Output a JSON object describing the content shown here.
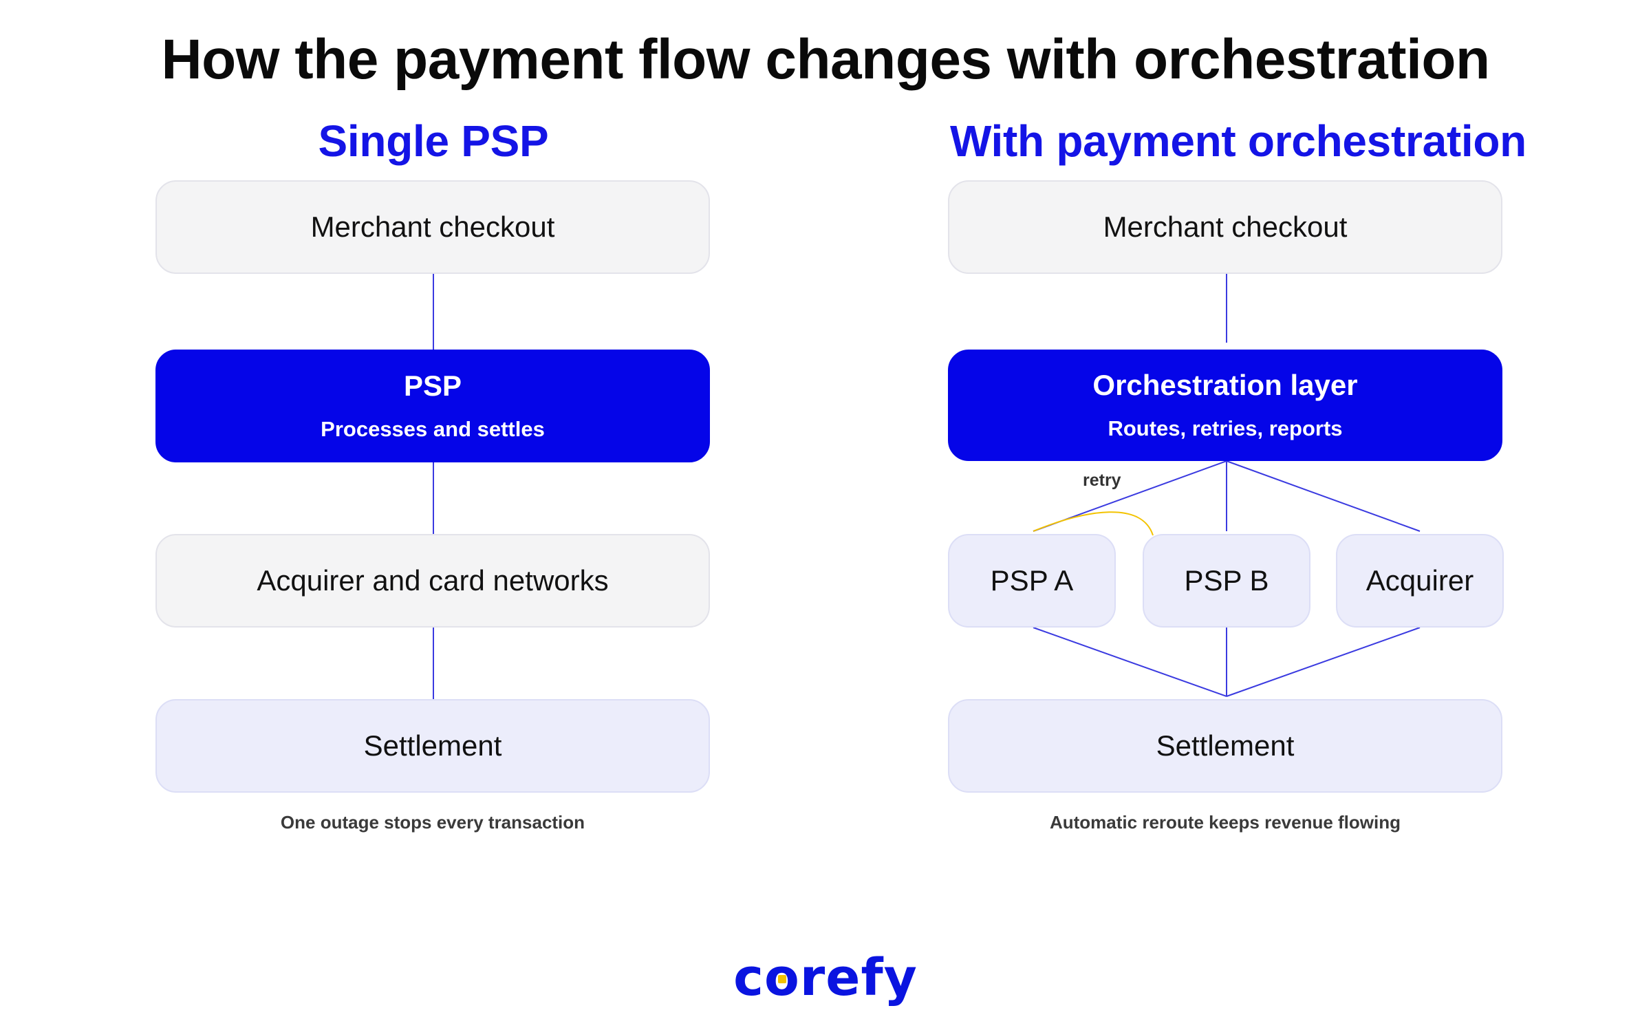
{
  "title": "How the payment flow changes with orchestration",
  "left": {
    "heading": "Single PSP",
    "merchant": "Merchant checkout",
    "psp_title": "PSP",
    "psp_sub": "Processes and settles",
    "acquirer": "Acquirer and card networks",
    "settlement": "Settlement",
    "caption": "One outage stops every transaction"
  },
  "right": {
    "heading": "With payment orchestration",
    "merchant": "Merchant checkout",
    "orch_title": "Orchestration layer",
    "orch_sub": "Routes, retries, reports",
    "retry_label": "retry",
    "psp_a": "PSP A",
    "psp_b": "PSP B",
    "acquirer": "Acquirer",
    "settlement": "Settlement",
    "caption": "Automatic reroute keeps revenue flowing"
  },
  "logo": {
    "text_before": "c",
    "text_o": "o",
    "text_after": "refy"
  },
  "colors": {
    "accent_blue": "#0505e8",
    "heading_blue": "#1414e6",
    "line_blue": "#3a3ae0",
    "retry_yellow": "#f3c300",
    "gray_box": "#f4f4f5",
    "lavender_box": "#ecedfb"
  }
}
